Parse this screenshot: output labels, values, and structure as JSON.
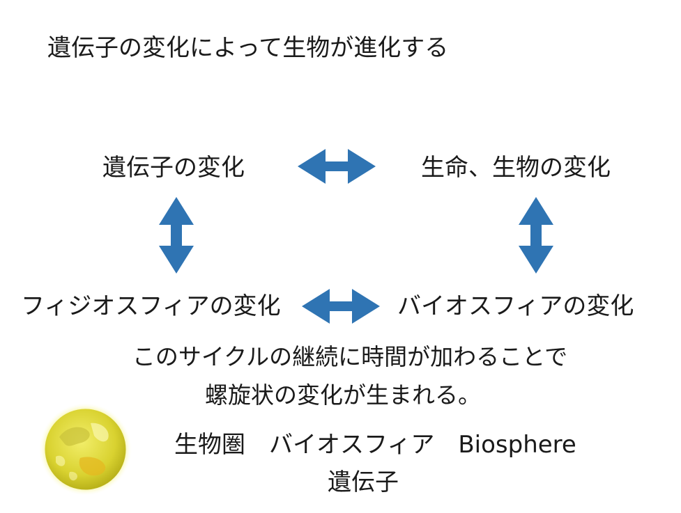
{
  "title": "遺伝子の変化によって生物が進化する",
  "nodes": {
    "gene_change": "遺伝子の変化",
    "life_change": "生命、生物の変化",
    "physiosphere_change": "フィジオスフィアの変化",
    "biosphere_change": "バイオスフィアの変化"
  },
  "caption": {
    "line1": "このサイクルの継続に時間が加わることで",
    "line2": "螺旋状の変化が生まれる。"
  },
  "terms": {
    "line1": "生物圏　バイオスフィア　Biosphere",
    "line2": "遺伝子"
  },
  "colors": {
    "arrow": "#2f74b3",
    "text": "#1a1a1a",
    "globe_fill": "#e6e03a",
    "globe_glow": "#f5f27a"
  },
  "icons": {
    "arrow_horizontal": "double-arrow-left-right",
    "arrow_vertical": "double-arrow-up-down",
    "globe": "earth-globe-yellow"
  }
}
